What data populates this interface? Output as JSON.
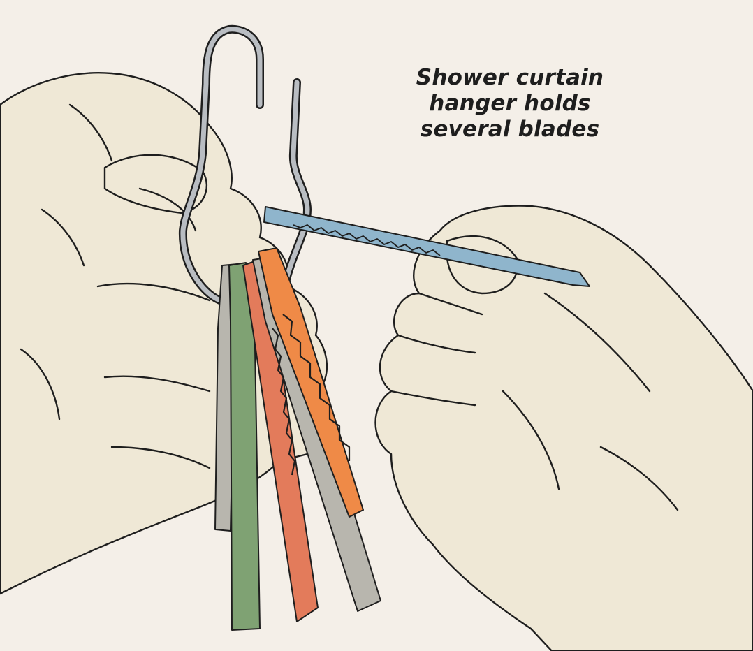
{
  "caption": {
    "lines": [
      "Shower curtain",
      "hanger holds",
      "several blades"
    ]
  },
  "colors": {
    "background": "#f4efe8",
    "hand": "#efe8d6",
    "outline": "#1e1e1e",
    "hook_steel": "#b9bdc2",
    "blade_gray": "#b8b6ae",
    "blade_green": "#7fa273",
    "blade_red": "#e37b5b",
    "blade_orange": "#ef8a47",
    "blade_blue": "#8fb5cc"
  },
  "icons": [
    "left-hand-icon",
    "right-hand-icon",
    "shower-hook-icon",
    "jigsaw-blade-icon"
  ]
}
